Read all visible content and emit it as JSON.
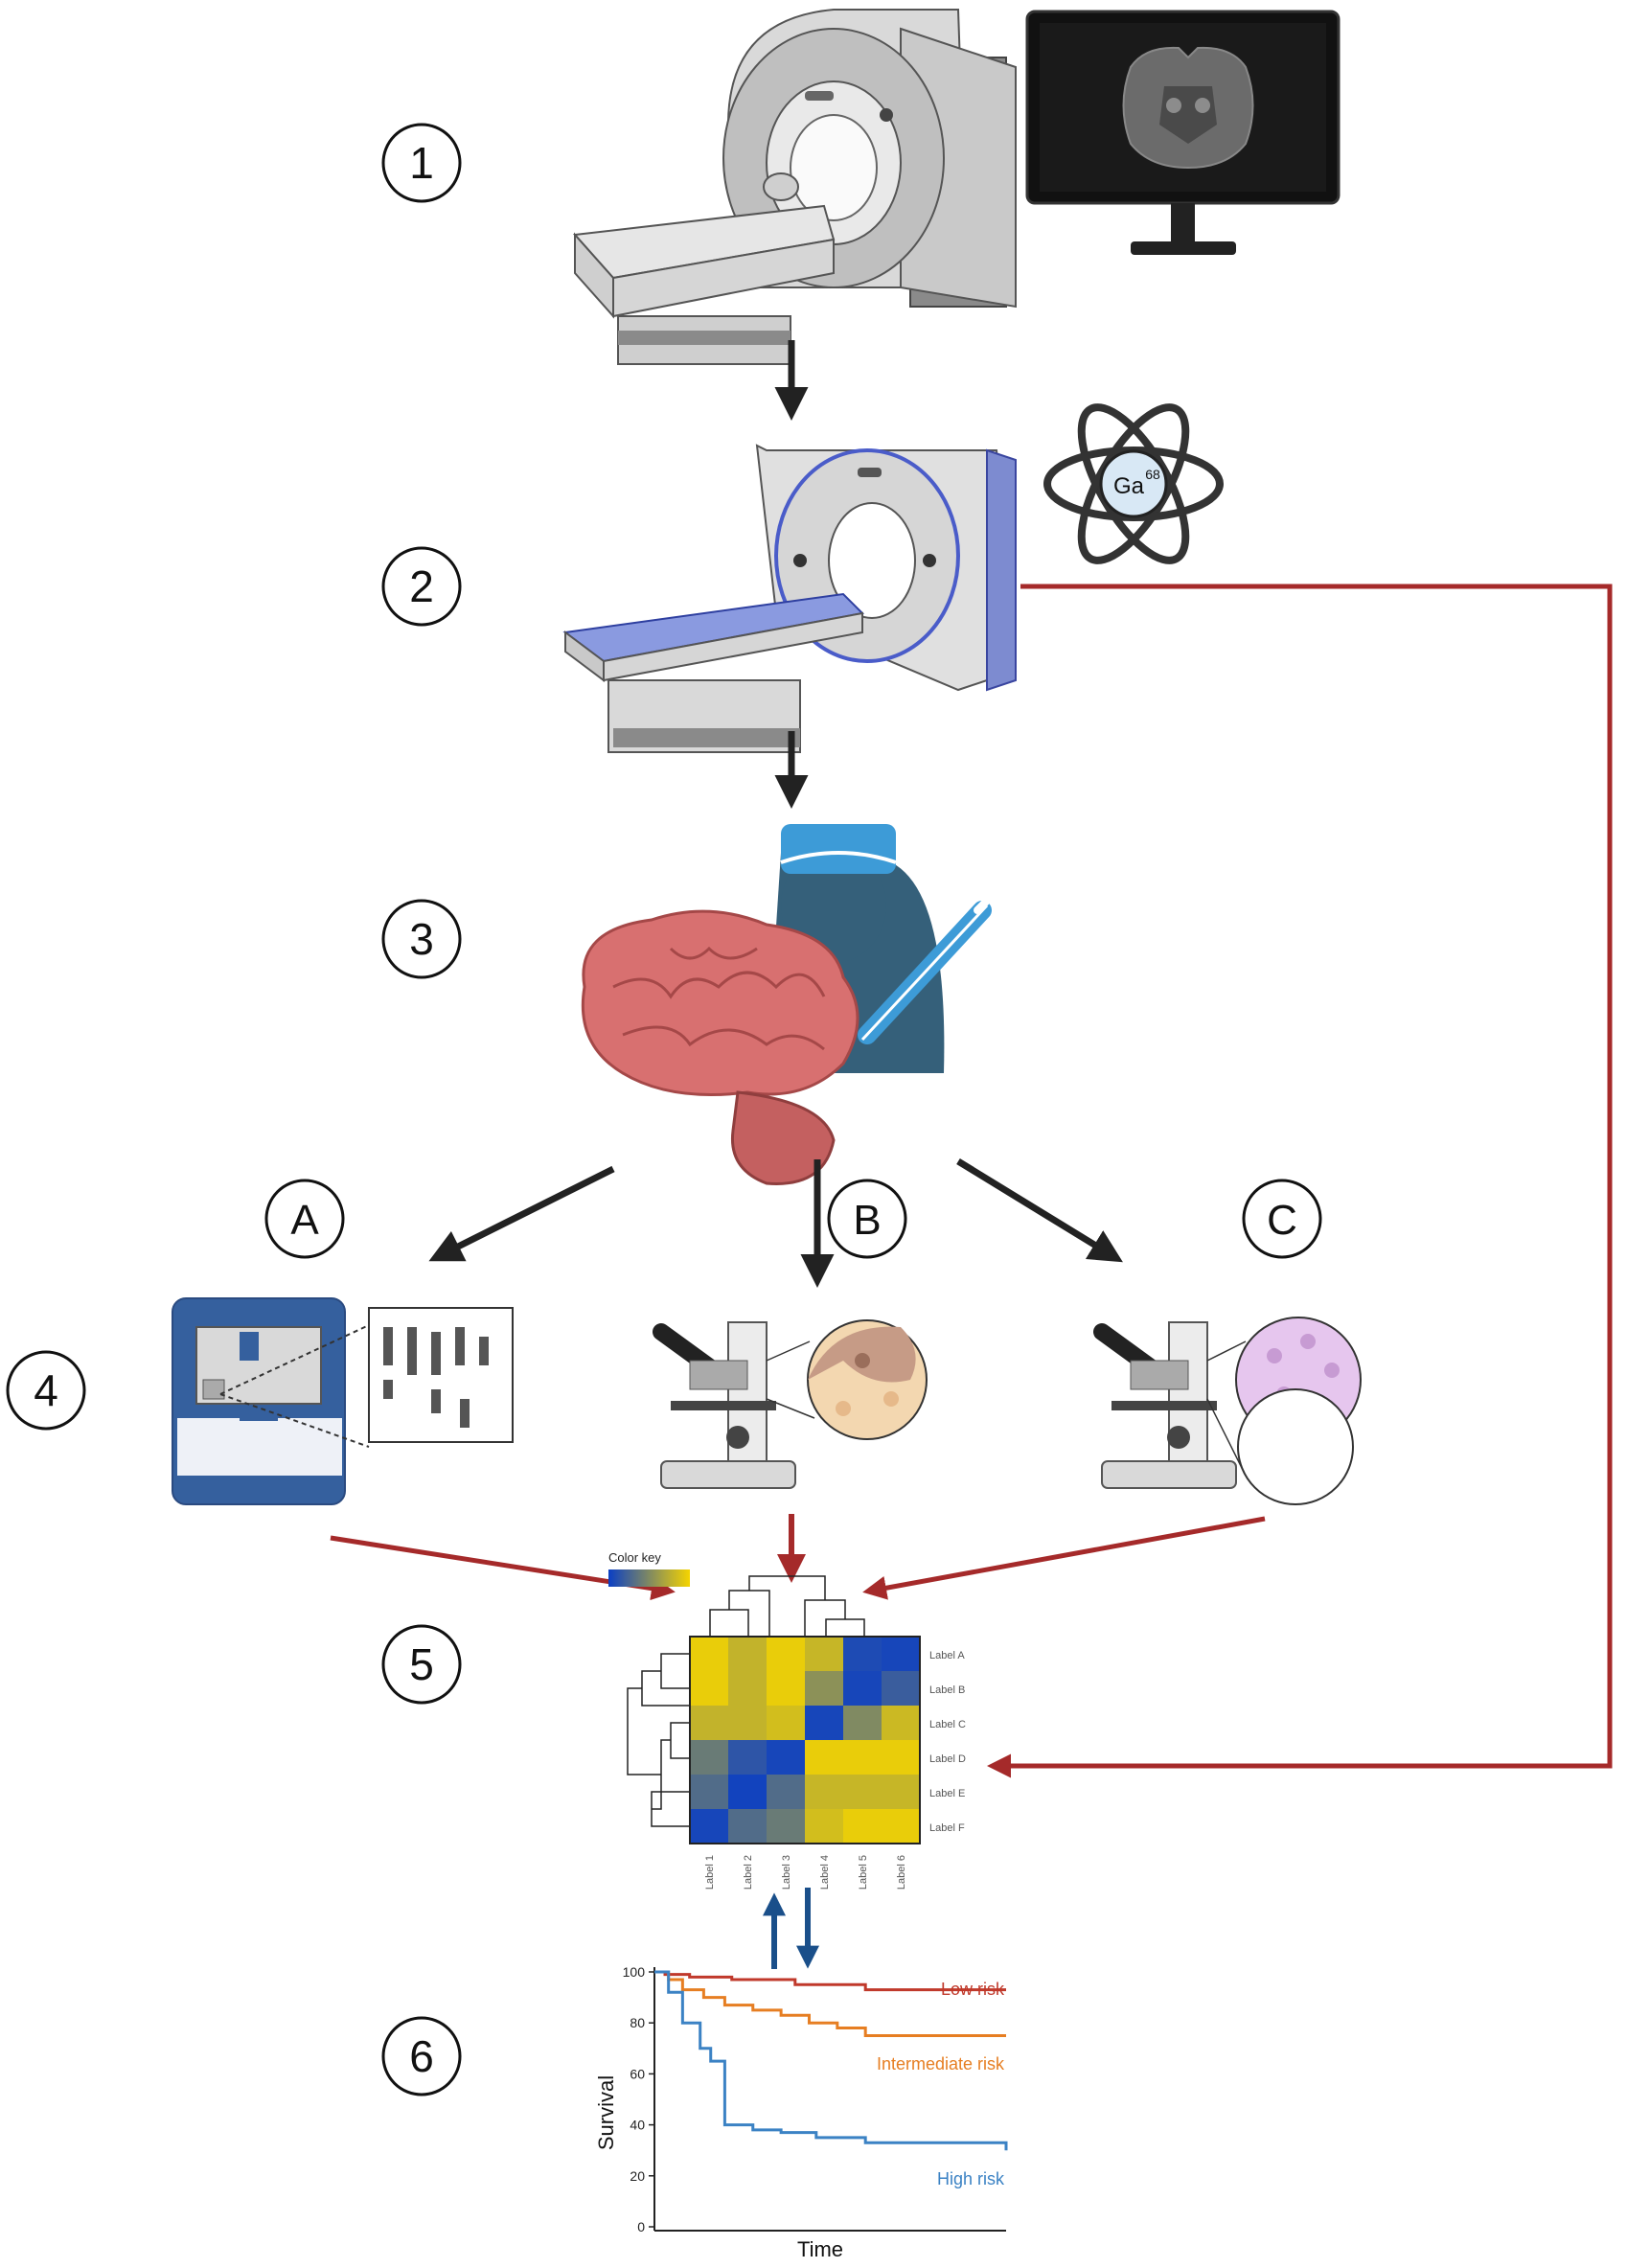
{
  "steps": [
    "1",
    "2",
    "3",
    "4",
    "5",
    "6"
  ],
  "branches": [
    "A",
    "B",
    "C"
  ],
  "pet_label": {
    "element": "Ga",
    "isotope": "68"
  },
  "heatmap": {
    "color_key_label": "Color key",
    "row_labels": [
      "Label A",
      "Label B",
      "Label C",
      "Label D",
      "Label E",
      "Label F"
    ],
    "col_labels": [
      "Label 1",
      "Label 2",
      "Label 3",
      "Label 4",
      "Label 5",
      "Label 6"
    ],
    "colors": {
      "low": "#0b3fc4",
      "high": "#f5d400"
    },
    "cells": [
      [
        0.95,
        0.78,
        0.95,
        0.8,
        0.08,
        0.05
      ],
      [
        0.95,
        0.78,
        0.95,
        0.55,
        0.05,
        0.2
      ],
      [
        0.78,
        0.78,
        0.85,
        0.05,
        0.5,
        0.82
      ],
      [
        0.4,
        0.15,
        0.05,
        0.95,
        0.95,
        0.95
      ],
      [
        0.3,
        0.03,
        0.3,
        0.8,
        0.8,
        0.8
      ],
      [
        0.05,
        0.3,
        0.4,
        0.85,
        0.95,
        0.95
      ]
    ]
  },
  "chart_data": {
    "type": "line",
    "xlabel": "Time",
    "ylabel": "Survival",
    "yticks": [
      0,
      20,
      40,
      60,
      80,
      100
    ],
    "ylim": [
      0,
      100
    ],
    "xlim": [
      0,
      100
    ],
    "series": [
      {
        "name": "Low risk",
        "color": "#c0392b",
        "x": [
          0,
          3,
          10,
          22,
          40,
          60,
          100
        ],
        "y": [
          100,
          99,
          98,
          97,
          95,
          93,
          93
        ]
      },
      {
        "name": "Intermediate risk",
        "color": "#e67e22",
        "x": [
          0,
          4,
          8,
          14,
          20,
          28,
          36,
          44,
          52,
          60,
          100
        ],
        "y": [
          100,
          97,
          93,
          90,
          87,
          85,
          83,
          80,
          78,
          75,
          75
        ]
      },
      {
        "name": "High risk",
        "color": "#3b82c4",
        "x": [
          0,
          4,
          8,
          13,
          16,
          20,
          28,
          36,
          46,
          60,
          100
        ],
        "y": [
          100,
          92,
          80,
          70,
          65,
          40,
          38,
          37,
          35,
          33,
          30
        ]
      }
    ]
  }
}
